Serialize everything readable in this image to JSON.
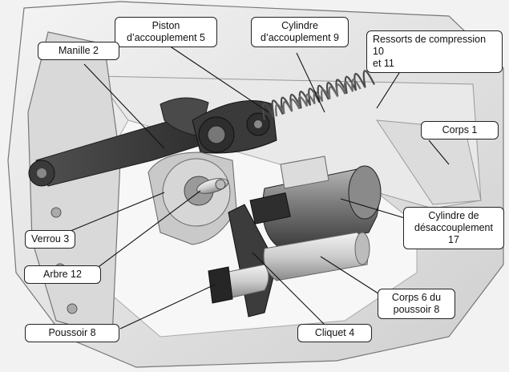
{
  "labels": {
    "piston": "Piston\nd’accouplement 5",
    "cylinder_coupling": "Cylindre\nd’accouplement 9",
    "springs": "Ressorts de compression 10\net 11",
    "manille": "Manille 2",
    "corps1": "Corps 1",
    "cylinder_uncoupling": "Cylindre de\ndésaccouplement 17",
    "verrou": "Verrou 3",
    "arbre": "Arbre  12",
    "corps6": "Corps 6 du\npoussoir 8",
    "poussoir": "Poussoir  8",
    "cliquet": "Cliquet 4"
  },
  "colors": {
    "background": "#f2f2f2",
    "metal_dark": "#3c3c3c",
    "metal_mid": "#8c8c8c",
    "metal_light": "#cfcfcf",
    "callout_border": "#222222"
  }
}
